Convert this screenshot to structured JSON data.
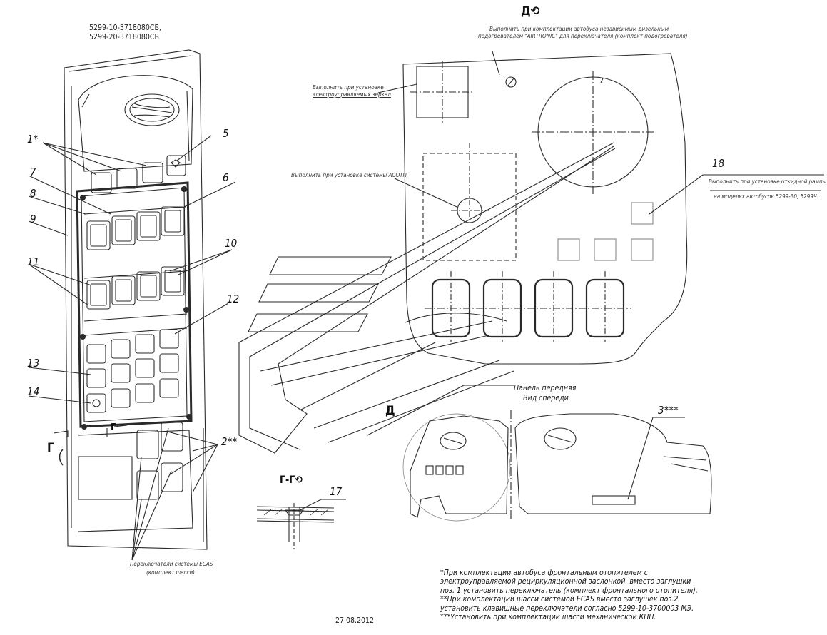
{
  "header": {
    "part_1": "5299-10-3718080СБ,",
    "part_2": "5299-20-3718080СБ"
  },
  "views": {
    "d_label": "Д",
    "d_rot": "Д⟲",
    "g_label": "Г",
    "gg_label": "Г-Г⟲",
    "panel_1": "Панель передняя",
    "panel_2": "Вид спереди"
  },
  "callouts": [
    "1*",
    "5",
    "7",
    "6",
    "8",
    "9",
    "10",
    "11",
    "12",
    "13",
    "14",
    "2**",
    "3***",
    "17",
    "18"
  ],
  "annotations": {
    "heater_1": "Выполнить при комплектации автобуса независимым дизельным",
    "heater_2": "подогревателем \"AIRTRONIC\" для переключателя (комплект подогревателя)",
    "mirror_1": "Выполнить при установке",
    "mirror_2": "электроуправляемых зеркал",
    "acotp": "Выполнить при установке системы АСОТП",
    "ramp_1": "Выполнить при установке откидной рампы",
    "ramp_2": "на моделях автобусов 5299-30, 5299Ч.",
    "ecas_1": "Переключатели системы ECAS",
    "ecas_2": "(комплект шасси)"
  },
  "date": "27.08.2012",
  "notes": [
    "*При комплектации автобуса фронтальным отопителем с",
    "электроуправляемой рециркуляционной заслонкой, вместо заглушки",
    "поз. 1 установить переключатель (комплект фронтального отопителя).",
    "**При комплектации шасси системой ECAS вместо заглушек поз.2",
    "установить клавишные переключатели согласно 5299-10-3700003 МЭ.",
    "***Установить при комплектации шасси механической КПП."
  ],
  "colors": {
    "line": "#2a2a2a",
    "paper": "#ffffff"
  }
}
